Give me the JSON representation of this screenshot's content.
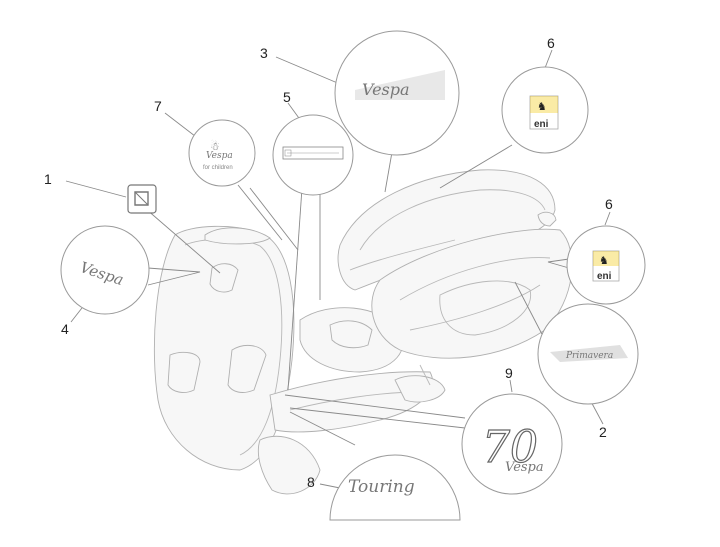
{
  "callouts": [
    {
      "id": "1",
      "label": "1"
    },
    {
      "id": "2",
      "label": "2"
    },
    {
      "id": "3",
      "label": "3"
    },
    {
      "id": "4",
      "label": "4"
    },
    {
      "id": "5",
      "label": "5"
    },
    {
      "id": "6a",
      "label": "6"
    },
    {
      "id": "6b",
      "label": "6"
    },
    {
      "id": "7",
      "label": "7"
    },
    {
      "id": "8",
      "label": "8"
    },
    {
      "id": "9",
      "label": "9"
    }
  ],
  "decals": {
    "bubble_3": "Vespa",
    "bubble_4": "Vespa",
    "bubble_6a": "eni",
    "bubble_6b": "eni",
    "bubble_7_top": "Vespa",
    "bubble_7_bottom": "for children",
    "bubble_2": "Primavera",
    "bubble_8": "Touring",
    "bubble_9_number": "70",
    "bubble_9_word": "Vespa"
  },
  "colors": {
    "line": "#8a8a8a",
    "decal_grey": "#777777",
    "eni_yellow": "#f2c600"
  }
}
